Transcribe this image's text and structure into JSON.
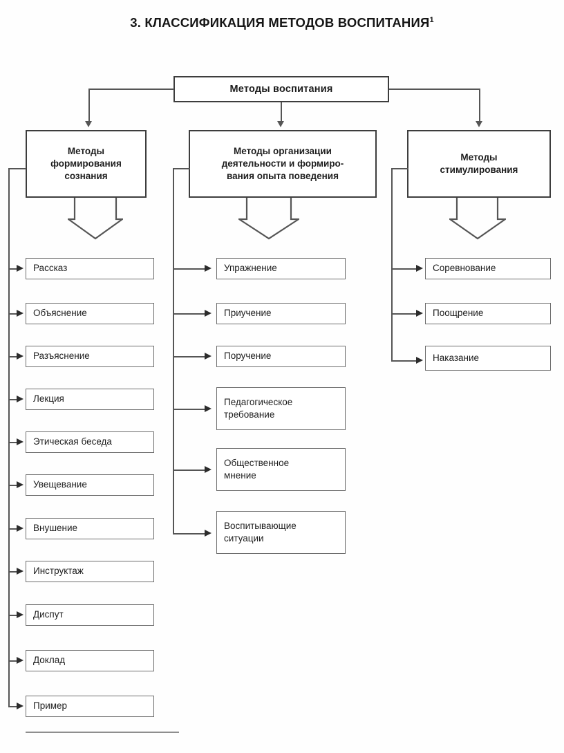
{
  "page": {
    "title": "3. КЛАССИФИКАЦИЯ МЕТОДОВ ВОСПИТАНИЯ",
    "title_footnote_marker": "1"
  },
  "diagram": {
    "type": "tree",
    "root": {
      "label": "Методы воспитания"
    },
    "categories": [
      {
        "id": "consciousness",
        "label_lines": [
          "Методы",
          "формирования",
          "сознания"
        ],
        "label": "Методы формирования сознания",
        "methods": [
          {
            "label_lines": [
              "Рассказ"
            ],
            "label": "Рассказ"
          },
          {
            "label_lines": [
              "Объяснение"
            ],
            "label": "Объяснение"
          },
          {
            "label_lines": [
              "Разъяснение"
            ],
            "label": "Разъяснение"
          },
          {
            "label_lines": [
              "Лекция"
            ],
            "label": "Лекция"
          },
          {
            "label_lines": [
              "Этическая беседа"
            ],
            "label": "Этическая беседа"
          },
          {
            "label_lines": [
              "Увещевание"
            ],
            "label": "Увещевание"
          },
          {
            "label_lines": [
              "Внушение"
            ],
            "label": "Внушение"
          },
          {
            "label_lines": [
              "Инструктаж"
            ],
            "label": "Инструктаж"
          },
          {
            "label_lines": [
              "Диспут"
            ],
            "label": "Диспут"
          },
          {
            "label_lines": [
              "Доклад"
            ],
            "label": "Доклад"
          },
          {
            "label_lines": [
              "Пример"
            ],
            "label": "Пример"
          }
        ]
      },
      {
        "id": "activity-organization",
        "label_lines": [
          "Методы организации",
          "деятельности и формиро-",
          "вания опыта поведения"
        ],
        "label": "Методы организации деятельности и формирования опыта поведения",
        "methods": [
          {
            "label_lines": [
              "Упражнение"
            ],
            "label": "Упражнение"
          },
          {
            "label_lines": [
              "Приучение"
            ],
            "label": "Приучение"
          },
          {
            "label_lines": [
              "Поручение"
            ],
            "label": "Поручение"
          },
          {
            "label_lines": [
              "Педагогическое",
              "требование"
            ],
            "label": "Педагогическое требование"
          },
          {
            "label_lines": [
              "Общественное",
              "мнение"
            ],
            "label": "Общественное мнение"
          },
          {
            "label_lines": [
              "Воспитывающие",
              "ситуации"
            ],
            "label": "Воспитывающие ситуации"
          }
        ]
      },
      {
        "id": "stimulation",
        "label_lines": [
          "Методы",
          "стимулирования"
        ],
        "label": "Методы стимулирования",
        "methods": [
          {
            "label_lines": [
              "Соревнование"
            ],
            "label": "Соревнование"
          },
          {
            "label_lines": [
              "Поощрение"
            ],
            "label": "Поощрение"
          },
          {
            "label_lines": [
              "Наказание"
            ],
            "label": "Наказание"
          }
        ]
      }
    ]
  },
  "colors": {
    "ink": "#1d1d1d",
    "line": "#555555",
    "box_border": "#6b6b6b",
    "emphasis_border": "#3d3d3d",
    "background": "#ffffff"
  }
}
